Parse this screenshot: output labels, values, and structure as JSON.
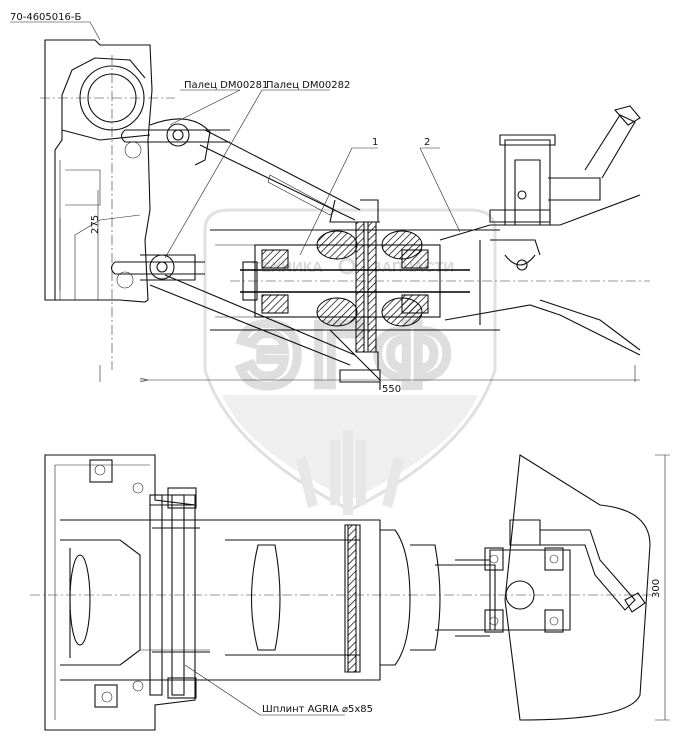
{
  "title_block": {
    "part_number": "70-4605016-Б"
  },
  "callouts": {
    "pin_1": "Палец DM00281",
    "pin_2": "Палец DM00282",
    "item_1": "1",
    "item_2": "2",
    "cotter_pin": "Шплинт AGRIA  ⌀5х85"
  },
  "dimensions": {
    "height_275": "275",
    "length_550": "550",
    "width_300": "300"
  },
  "watermark": {
    "top_left": "ТЕХНИКА",
    "top_right": "ЗАПЧАСТИ",
    "letters": "ЭГФ"
  }
}
